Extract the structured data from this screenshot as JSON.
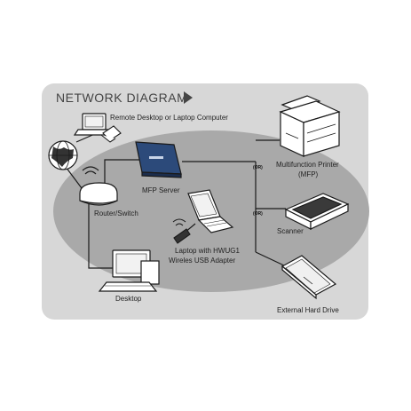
{
  "title": "NETWORK DIAGRAM",
  "labels": {
    "remote": "Remote Desktop or Laptop Computer",
    "mfp_server": "MFP Server",
    "router": "Router/Switch",
    "laptop_line1": "Laptop with HWUG1",
    "laptop_line2": "Wireles USB Adapter",
    "desktop": "Desktop",
    "mfp_line1": "Multifunction Printer",
    "mfp_line2": "(MFP)",
    "scanner": "Scanner",
    "hdd": "External Hard Drive",
    "or1": "(OR)",
    "or2": "(OR)"
  },
  "colors": {
    "panel": "#d7d7d7",
    "ellipse": "#a9a9a9",
    "device_fill": "#ffffff",
    "outline": "#1a1a1a",
    "server": "#2c4a7a"
  }
}
